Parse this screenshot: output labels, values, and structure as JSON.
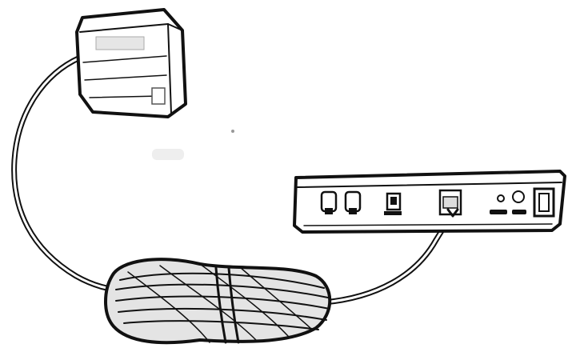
{
  "scene": {
    "style": "black-and-white sketch illustration",
    "objects": [
      {
        "name": "power-adapter",
        "icon": "power-adapter-icon"
      },
      {
        "name": "coiled-cable",
        "icon": "cable-coil-icon"
      },
      {
        "name": "set-top-box",
        "icon": "set-top-box-icon"
      }
    ],
    "colors": {
      "line": "#111111",
      "fill": "#ffffff",
      "shade": "#d8d8d8"
    }
  }
}
